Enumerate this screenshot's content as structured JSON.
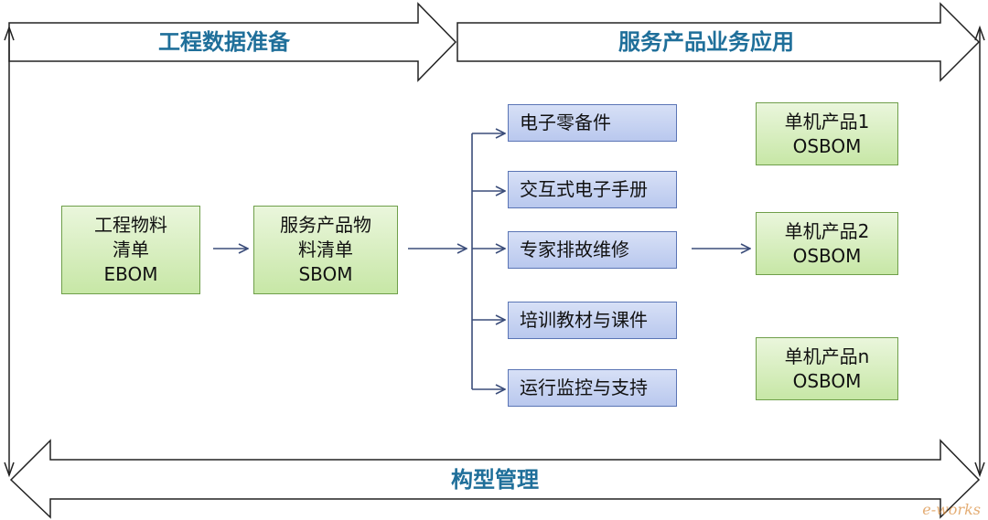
{
  "banners": {
    "top_left": "工程数据准备",
    "top_right": "服务产品业务应用",
    "bottom": "构型管理"
  },
  "boxes": {
    "ebom": [
      "工程物料",
      "清单",
      "EBOM"
    ],
    "sbom": [
      "服务产品物",
      "料清单",
      "SBOM"
    ]
  },
  "apps": [
    "电子零备件",
    "交互式电子手册",
    "专家排故维修",
    "培训教材与课件",
    "运行监控与支持"
  ],
  "osbom": {
    "p1": [
      "单机产品1",
      "OSBOM"
    ],
    "p2": [
      "单机产品2",
      "OSBOM"
    ],
    "pn": [
      "单机产品n",
      "OSBOM"
    ]
  },
  "watermark": "e-works",
  "colors": {
    "banner_text": "#1f6f9a",
    "green_fill": "#c7e7a6",
    "blue_fill": "#b9c8ee",
    "connector": "#3b4d7a"
  }
}
